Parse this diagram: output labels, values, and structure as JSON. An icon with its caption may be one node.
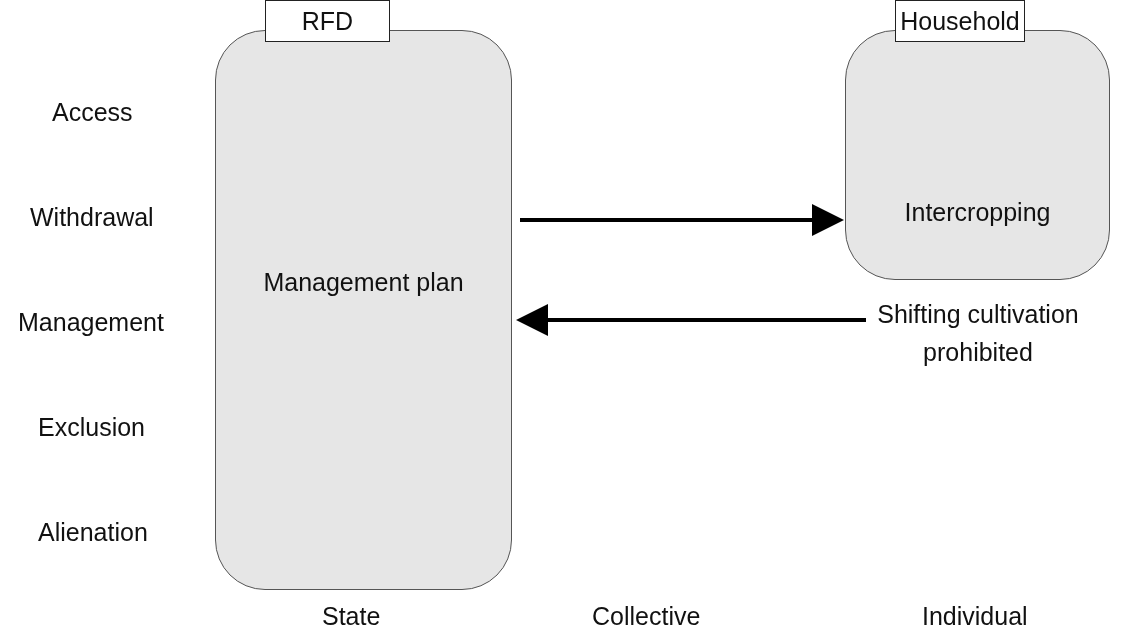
{
  "diagram": {
    "nodes": [
      {
        "text": [
          "RFD",
          "Management plan"
        ]
      },
      {
        "text": [
          "Household",
          "Intercropping"
        ]
      },
      {
        "text": [
          "Shifting cultivation prohibited"
        ]
      }
    ],
    "edges": [
      {
        "from": 0,
        "to": 1,
        "arrow": "to"
      },
      {
        "from": 2,
        "to": 0,
        "arrow": "to"
      }
    ],
    "labels": [
      "Access",
      "Withdrawal",
      "Management",
      "Exclusion",
      "Alienation",
      "State",
      "Collective",
      "Individual"
    ]
  }
}
